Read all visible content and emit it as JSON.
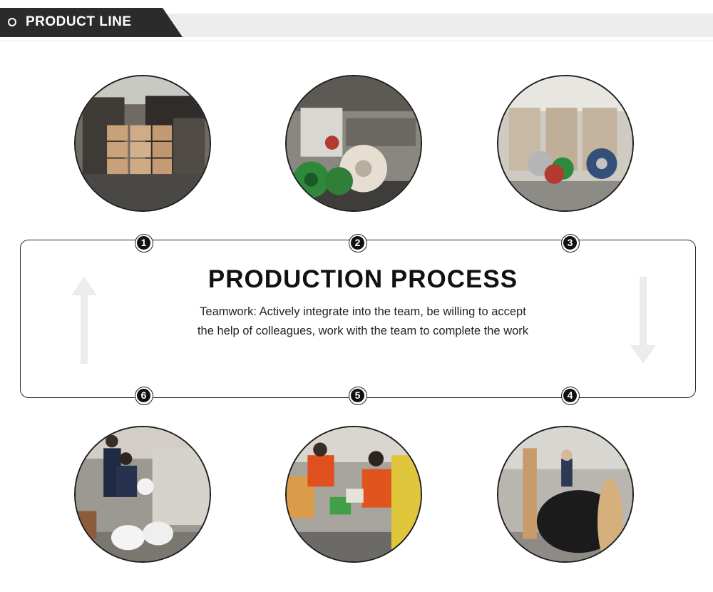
{
  "header": {
    "title": "PRODUCT LINE"
  },
  "process": {
    "title": "PRODUCTION PROCESS",
    "description": "Teamwork: Actively integrate into the team, be willing to accept the help of colleagues, work with the team to complete the work"
  },
  "steps": [
    {
      "number": "1",
      "photo": "warehouse-stacked-cartons"
    },
    {
      "number": "2",
      "photo": "cable-extrusion-line"
    },
    {
      "number": "3",
      "photo": "cable-stranding-machines"
    },
    {
      "number": "4",
      "photo": "worker-winding-cable-drum"
    },
    {
      "number": "5",
      "photo": "workers-at-inspection-station"
    },
    {
      "number": "6",
      "photo": "workers-coiling-cable"
    }
  ],
  "colors": {
    "dark": "#2b2b2b",
    "header_bar": "#ededed",
    "arrow": "#ececec"
  }
}
